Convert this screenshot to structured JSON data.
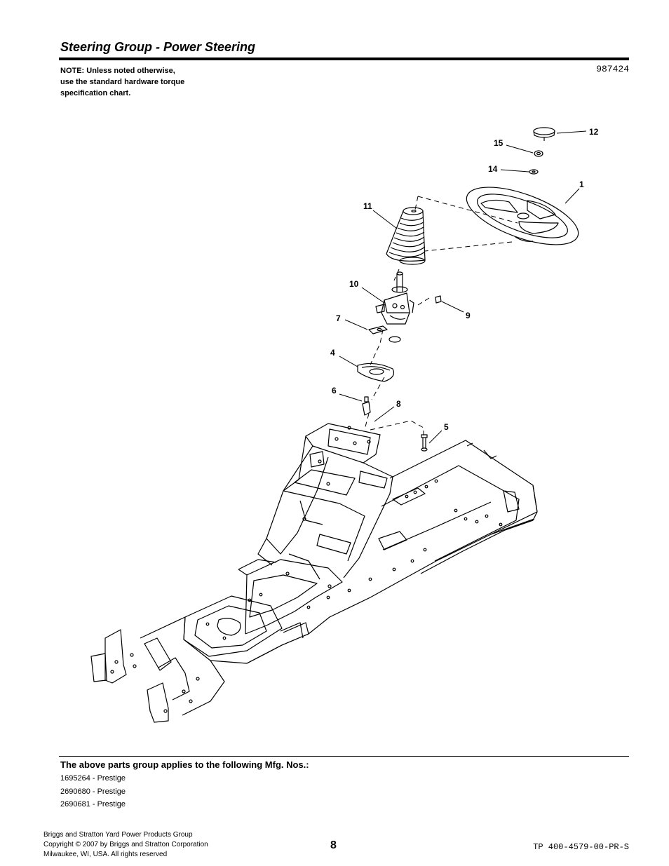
{
  "header": {
    "title": "Steering Group - Power Steering",
    "diagram_id": "987424",
    "note_lines": [
      "NOTE: Unless noted otherwise,",
      "use the standard hardware torque",
      "specification chart."
    ]
  },
  "callouts": {
    "c1": "1",
    "c4": "4",
    "c5": "5",
    "c6": "6",
    "c7": "7",
    "c8": "8",
    "c9": "9",
    "c10": "10",
    "c11": "11",
    "c12": "12",
    "c14": "14",
    "c15": "15"
  },
  "applies": {
    "heading": "The above parts group applies to the following Mfg. Nos.:",
    "items": [
      "1695264 - Prestige",
      "2690680 - Prestige",
      "2690681 - Prestige"
    ]
  },
  "footer": {
    "company_lines": [
      "Briggs and Stratton Yard Power Products Group",
      "Copyright ©  2007 by Briggs and Stratton Corporation",
      "Milwaukee, WI, USA. All rights reserved"
    ],
    "page_number": "8",
    "doc_number": "TP 400-4579-00-PR-S"
  }
}
